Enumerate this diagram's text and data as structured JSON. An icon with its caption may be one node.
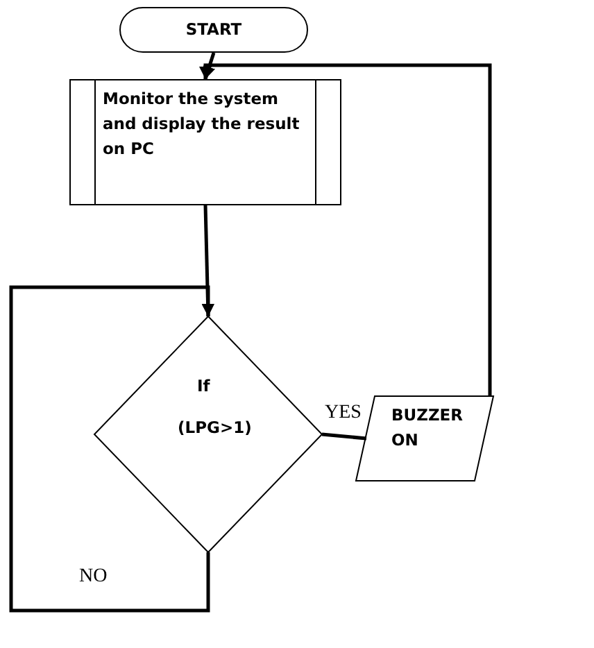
{
  "diagram": {
    "nodes": [
      {
        "text": [
          "START"
        ]
      },
      {
        "text": [
          "Monitor the system and display the result on PC"
        ]
      },
      {
        "text": [
          "If",
          "(LPG>1)"
        ]
      },
      {
        "text": [
          "BUZZER ON"
        ]
      }
    ],
    "edges": [
      {
        "from": 0,
        "to": 1,
        "arrow": "to"
      },
      {
        "from": 1,
        "to": 2,
        "arrow": "to"
      },
      {
        "from": 2,
        "to": 3,
        "arrow": "none",
        "label": "YES"
      },
      {
        "from": 3,
        "to": 1,
        "arrow": "to"
      },
      {
        "from": 2,
        "to": 2,
        "arrow": "to",
        "label": "NO"
      }
    ]
  }
}
